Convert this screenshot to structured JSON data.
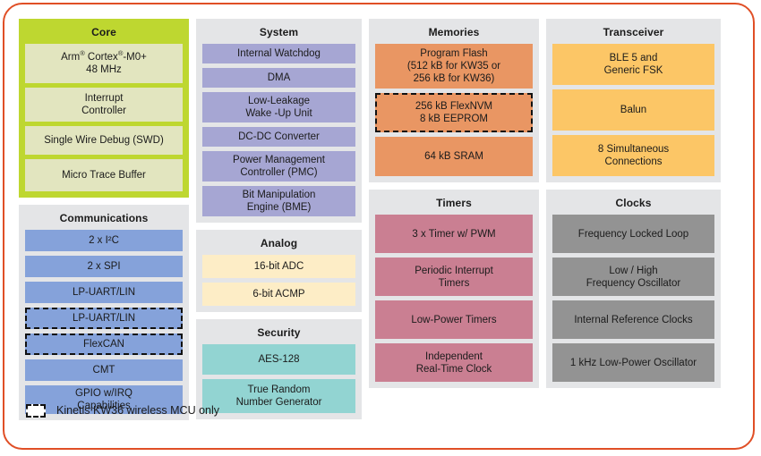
{
  "frame": {
    "border_color": "#e04f26",
    "background": "#ffffff"
  },
  "legend": {
    "label": "Kinetis KW36 wireless MCU only",
    "swatch_name": "dashed-box-swatch"
  },
  "columns": [
    {
      "id": "column-1",
      "panels": [
        {
          "id": "core",
          "title": "Core",
          "panel_color": "#bed730",
          "block_color": "#e2e5bf",
          "blocks": [
            {
              "lines": [
                "Arm® Cortex®-M0+",
                "48 MHz"
              ],
              "dashed": false,
              "height": 44
            },
            {
              "lines": [
                "Interrupt",
                "Controller"
              ],
              "dashed": false,
              "height": 38
            },
            {
              "lines": [
                "Single Wire Debug (SWD)"
              ],
              "dashed": false,
              "height": 32
            },
            {
              "lines": [
                "Micro Trace Buffer"
              ],
              "dashed": false,
              "height": 36
            }
          ]
        },
        {
          "id": "communications",
          "title": "Communications",
          "panel_color": "#e4e5e7",
          "block_color": "#85a2da",
          "blocks": [
            {
              "lines": [
                "2 x  I²C"
              ],
              "dashed": false,
              "height": 24
            },
            {
              "lines": [
                "2 x  SPI"
              ],
              "dashed": false,
              "height": 24
            },
            {
              "lines": [
                "LP-UART/LIN"
              ],
              "dashed": false,
              "height": 24
            },
            {
              "lines": [
                "LP-UART/LIN"
              ],
              "dashed": true,
              "height": 24
            },
            {
              "lines": [
                "FlexCAN"
              ],
              "dashed": true,
              "height": 24
            },
            {
              "lines": [
                "CMT"
              ],
              "dashed": false,
              "height": 24
            },
            {
              "lines": [
                "GPIO w/IRQ",
                "Capabilities"
              ],
              "dashed": false,
              "height": 32
            }
          ]
        }
      ]
    },
    {
      "id": "column-2",
      "panels": [
        {
          "id": "system",
          "title": "System",
          "panel_color": "#e4e5e7",
          "block_color": "#a6a6d3",
          "blocks": [
            {
              "lines": [
                "Internal Watchdog"
              ],
              "dashed": false,
              "height": 22
            },
            {
              "lines": [
                "DMA"
              ],
              "dashed": false,
              "height": 22
            },
            {
              "lines": [
                "Low-Leakage",
                "Wake -Up Unit"
              ],
              "dashed": false,
              "height": 34
            },
            {
              "lines": [
                "DC-DC Converter"
              ],
              "dashed": false,
              "height": 22
            },
            {
              "lines": [
                "Power Management",
                "Controller (PMC)"
              ],
              "dashed": false,
              "height": 34
            },
            {
              "lines": [
                "Bit Manipulation",
                "Engine (BME)"
              ],
              "dashed": false,
              "height": 34
            }
          ]
        },
        {
          "id": "analog",
          "title": "Analog",
          "panel_color": "#e4e5e7",
          "block_color": "#fdedc6",
          "blocks": [
            {
              "lines": [
                "16-bit ADC"
              ],
              "dashed": false,
              "height": 26
            },
            {
              "lines": [
                "6-bit ACMP"
              ],
              "dashed": false,
              "height": 26
            }
          ]
        },
        {
          "id": "security",
          "title": "Security",
          "panel_color": "#e4e5e7",
          "block_color": "#92d4d2",
          "blocks": [
            {
              "lines": [
                "AES-128"
              ],
              "dashed": false,
              "height": 34
            },
            {
              "lines": [
                "True Random",
                "Number Generator"
              ],
              "dashed": false,
              "height": 38
            }
          ]
        }
      ]
    },
    {
      "id": "column-3",
      "panels": [
        {
          "id": "memories",
          "title": "Memories",
          "panel_color": "#e4e5e7",
          "block_color": "#e99663",
          "blocks": [
            {
              "lines": [
                "Program Flash",
                "(512 kB for KW35 or",
                "256 kB for KW36)"
              ],
              "dashed": false,
              "height": 50
            },
            {
              "lines": [
                "256 kB FlexNVM",
                "8 kB EEPROM"
              ],
              "dashed": true,
              "height": 44
            },
            {
              "lines": [
                "64 kB SRAM"
              ],
              "dashed": false,
              "height": 44
            }
          ]
        },
        {
          "id": "timers",
          "title": "Timers",
          "panel_color": "#e4e5e7",
          "block_color": "#ca7f92",
          "blocks": [
            {
              "lines": [
                "3 x Timer w/ PWM"
              ],
              "dashed": false,
              "height": 43
            },
            {
              "lines": [
                "Periodic Interrupt",
                "Timers"
              ],
              "dashed": false,
              "height": 43
            },
            {
              "lines": [
                "Low-Power Timers"
              ],
              "dashed": false,
              "height": 43
            },
            {
              "lines": [
                "Independent",
                "Real-Time Clock"
              ],
              "dashed": false,
              "height": 43
            }
          ]
        }
      ]
    },
    {
      "id": "column-4",
      "panels": [
        {
          "id": "transceiver",
          "title": "Transceiver",
          "panel_color": "#e4e5e7",
          "block_color": "#fcc666",
          "blocks": [
            {
              "lines": [
                "BLE 5 and",
                "Generic FSK"
              ],
              "dashed": false,
              "height": 46
            },
            {
              "lines": [
                "Balun"
              ],
              "dashed": false,
              "height": 46
            },
            {
              "lines": [
                "8 Simultaneous",
                "Connections"
              ],
              "dashed": false,
              "height": 46
            }
          ]
        },
        {
          "id": "clocks",
          "title": "Clocks",
          "panel_color": "#e4e5e7",
          "block_color": "#939393",
          "blocks": [
            {
              "lines": [
                "Frequency Locked Loop"
              ],
              "dashed": false,
              "height": 43
            },
            {
              "lines": [
                "Low / High",
                "Frequency Oscillator"
              ],
              "dashed": false,
              "height": 43
            },
            {
              "lines": [
                "Internal Reference Clocks"
              ],
              "dashed": false,
              "height": 43
            },
            {
              "lines": [
                "1 kHz Low-Power Oscillator"
              ],
              "dashed": false,
              "height": 43
            }
          ]
        }
      ]
    }
  ]
}
